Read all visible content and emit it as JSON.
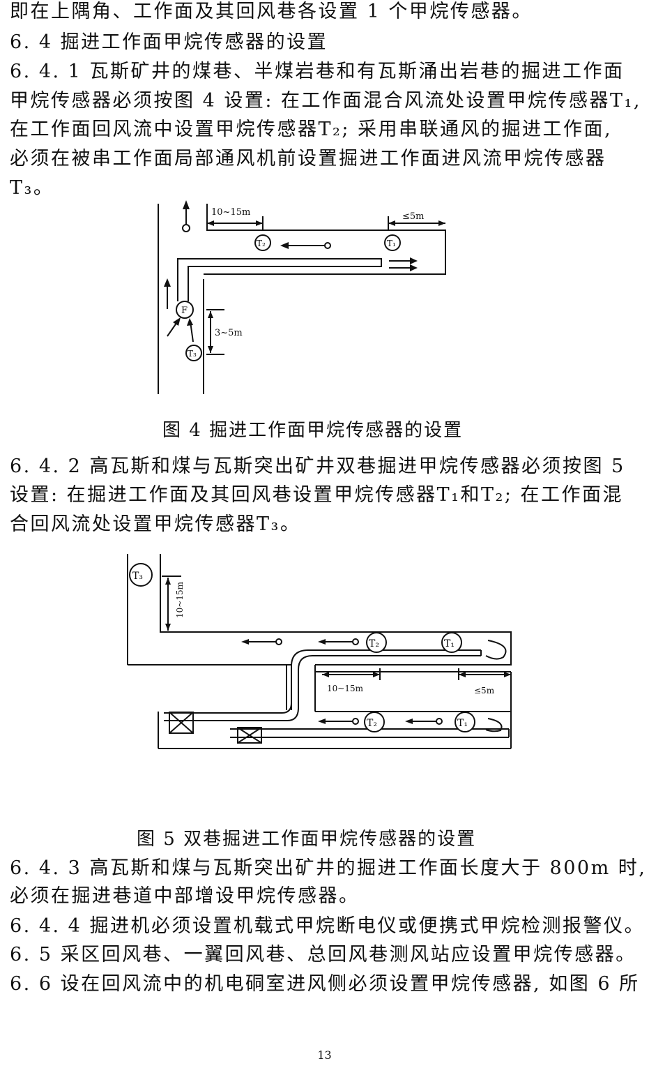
{
  "lines_top": [
    "即在上隅角、工作面及其回风巷各设置 1 个甲烷传感器。",
    "6. 4 掘进工作面甲烷传感器的设置",
    "6. 4. 1 瓦斯矿井的煤巷、半煤岩巷和有瓦斯涌出岩巷的掘进工作面",
    "甲烷传感器必须按图 4 设置: 在工作面混合风流处设置甲烷传感器T₁,",
    "在工作面回风流中设置甲烷传感器T₂; 采用串联通风的掘进工作面,",
    "必须在被串工作面局部通风机前设置掘进工作面进风流甲烷传感器",
    "T₃。"
  ],
  "figure4": {
    "dim_top": "10~15m",
    "dim_right": "≤5m",
    "dim_side": "3~5m",
    "sensor_t1": "T₁",
    "sensor_t2": "T₂",
    "sensor_t3": "T₃",
    "fan": "F",
    "caption": "图 4 掘进工作面甲烷传感器的设置"
  },
  "lines_mid": [
    "6. 4. 2 高瓦斯和煤与瓦斯突出矿井双巷掘进甲烷传感器必须按图 5",
    "设置: 在掘进工作面及其回风巷设置甲烷传感器T₁和T₂; 在工作面混",
    "合回风流处设置甲烷传感器T₃。"
  ],
  "figure5": {
    "dim_vertical": "10~15m",
    "dim_mid": "10~15m",
    "dim_right": "≤5m",
    "sensor_t1": "T₁",
    "sensor_t2": "T₂",
    "sensor_t3": "T₃",
    "caption": "图 5 双巷掘进工作面甲烷传感器的设置"
  },
  "lines_bottom": [
    "6. 4. 3 高瓦斯和煤与瓦斯突出矿井的掘进工作面长度大于 800m 时,",
    "必须在掘进巷道中部增设甲烷传感器。",
    "6. 4. 4 掘进机必须设置机载式甲烷断电仪或便携式甲烷检测报警仪。",
    "6. 5 采区回风巷、一翼回风巷、总回风巷测风站应设置甲烷传感器。",
    "6. 6 设在回风流中的机电硐室进风侧必须设置甲烷传感器, 如图 6 所"
  ],
  "page_number": "13"
}
